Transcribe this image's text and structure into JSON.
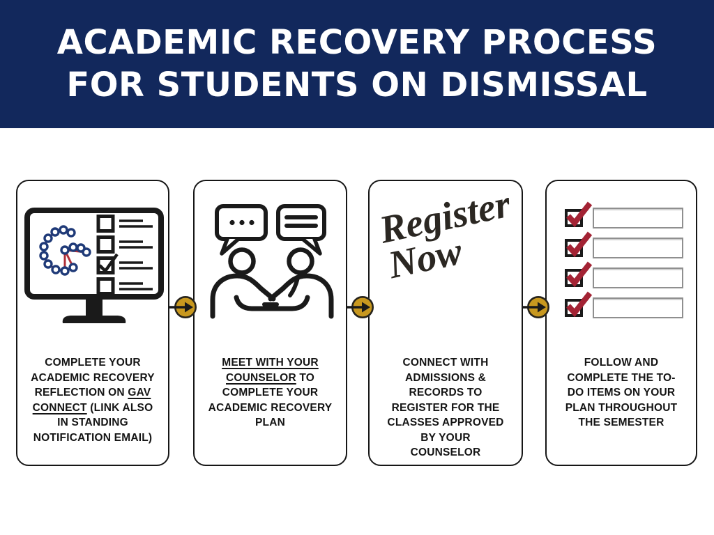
{
  "header": {
    "line1": "ACADEMIC RECOVERY PROCESS",
    "line2": "FOR STUDENTS ON DISMISSAL"
  },
  "steps": [
    {
      "name": "gav-connect-reflection",
      "icon": "monitor-checklist-icon",
      "segments": [
        {
          "t": "COMPLETE YOUR ACADEMIC RECOVERY REFLECTION ON ",
          "u": false
        },
        {
          "t": "GAV CONNECT",
          "u": true
        },
        {
          "t": " (LINK ALSO IN STANDING NOTIFICATION EMAIL)",
          "u": false
        }
      ]
    },
    {
      "name": "meet-counselor",
      "icon": "handshake-conversation-icon",
      "segments": [
        {
          "t": "MEET WITH YOUR COUNSELOR",
          "u": true
        },
        {
          "t": " TO COMPLETE YOUR ACADEMIC RECOVERY PLAN",
          "u": false
        }
      ]
    },
    {
      "name": "register-classes",
      "icon": "register-now-script",
      "script_line1": "Register",
      "script_line2": "Now",
      "segments": [
        {
          "t": "CONNECT WITH ADMISSIONS & RECORDS TO REGISTER FOR THE CLASSES APPROVED BY YOUR COUNSELOR",
          "u": false
        }
      ]
    },
    {
      "name": "follow-plan",
      "icon": "todo-checklist-icon",
      "segments": [
        {
          "t": "FOLLOW AND COMPLETE THE TO-DO ITEMS ON YOUR PLAN THROUGHOUT THE SEMESTER",
          "u": false
        }
      ]
    }
  ],
  "colors": {
    "header_bg": "#12285c",
    "gold": "#c8981f",
    "crimson": "#a32334",
    "node_blue": "#1f3a78",
    "link_red": "#b02f38",
    "ink": "#1a1a1a"
  }
}
